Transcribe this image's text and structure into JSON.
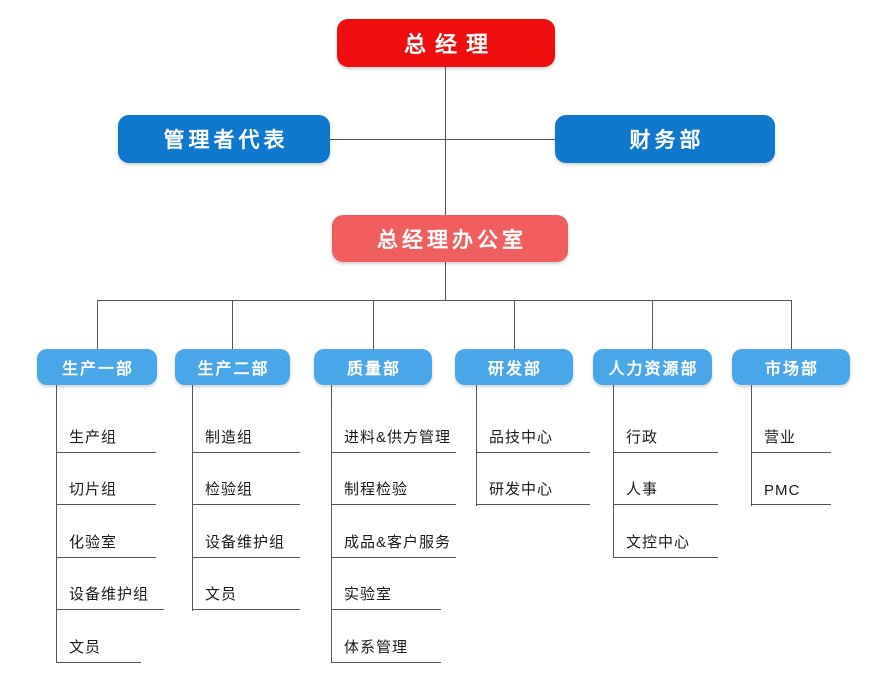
{
  "org_chart": {
    "root": {
      "label": "总经理"
    },
    "management_rep": {
      "label": "管理者代表"
    },
    "finance": {
      "label": "财务部"
    },
    "gm_office": {
      "label": "总经理办公室"
    },
    "departments": [
      {
        "label": "生产一部",
        "children": [
          "生产组",
          "切片组",
          "化验室",
          "设备维护组",
          "文员"
        ]
      },
      {
        "label": "生产二部",
        "children": [
          "制造组",
          "检验组",
          "设备维护组",
          "文员"
        ]
      },
      {
        "label": "质量部",
        "children": [
          "进料&供方管理",
          "制程检验",
          "成品&客户服务",
          "实验室",
          "体系管理"
        ]
      },
      {
        "label": "研发部",
        "children": [
          "品技中心",
          "研发中心"
        ]
      },
      {
        "label": "人力资源部",
        "children": [
          "行政",
          "人事",
          "文控中心"
        ]
      },
      {
        "label": "市场部",
        "children": [
          "营业",
          "PMC"
        ]
      }
    ],
    "colors": {
      "root_red": "#f00d0d",
      "level2_blue": "#0d78cd",
      "office_salmon": "#f05e5e",
      "department_blue": "#49a7e9",
      "connector_gray": "#555555",
      "leaf_text": "#1a1a1a"
    }
  }
}
